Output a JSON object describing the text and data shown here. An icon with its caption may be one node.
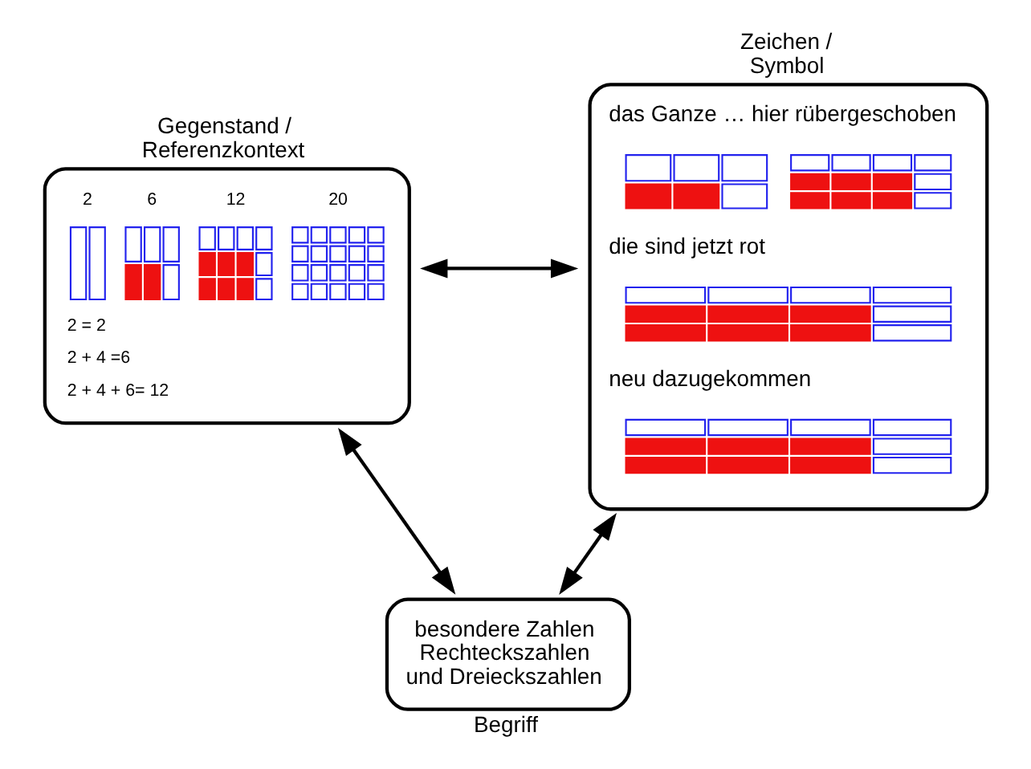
{
  "diagram": {
    "nodes": [
      {
        "text": [
          "Gegenstand / Referenzkontext",
          "2",
          "6",
          "12",
          "20",
          "2 = 2",
          "2 + 4 =6",
          "2 + 4 + 6= 12"
        ]
      },
      {
        "text": [
          "Zeichen / Symbol",
          "das Ganze … hier rübergeschoben",
          "die sind jetzt rot",
          "neu dazugekommen"
        ]
      },
      {
        "text": [
          "besondere Zahlen Rechteckszahlen und Dreieckszahlen",
          "Begriff"
        ]
      }
    ],
    "edges": [
      {
        "from": 0,
        "to": 1,
        "arrow": "both"
      },
      {
        "from": 0,
        "to": 2,
        "arrow": "both"
      },
      {
        "from": 1,
        "to": 2,
        "arrow": "both"
      }
    ]
  }
}
